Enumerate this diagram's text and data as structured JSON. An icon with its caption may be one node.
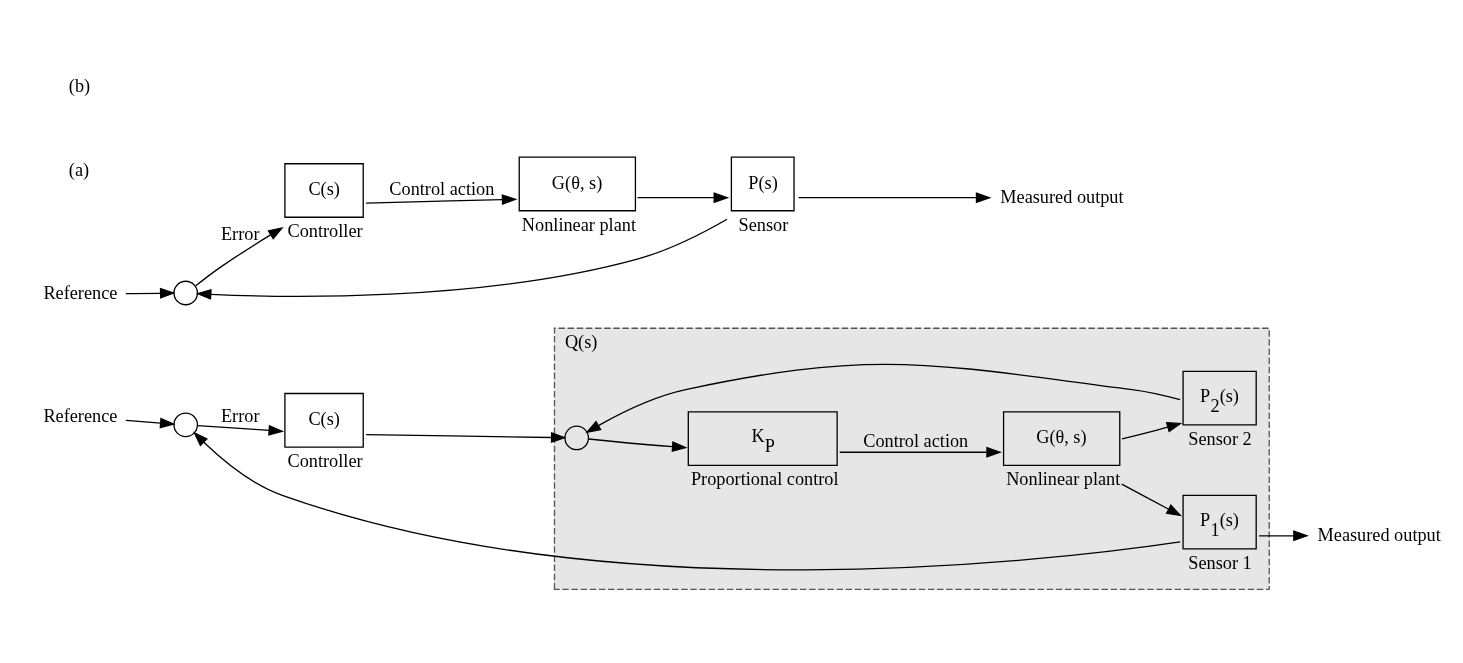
{
  "diagram": {
    "nodes": [
      {
        "text": [
          "Reference"
        ]
      },
      {
        "text": [],
        "shape": "circle"
      },
      {
        "text": [
          "C(s)"
        ],
        "beside": [
          "Controller"
        ]
      },
      {
        "text": [
          "G(θ, s)"
        ],
        "beside": [
          "Nonlinear plant"
        ]
      },
      {
        "text": [
          "P(s)"
        ],
        "beside": [
          "Sensor"
        ]
      },
      {
        "text": [
          "Measured output"
        ]
      },
      {
        "text": [
          "Reference"
        ]
      },
      {
        "text": [],
        "shape": "circle"
      },
      {
        "text": [
          "C(s)"
        ],
        "beside": [
          "Controller"
        ]
      },
      {
        "text": [
          "Q(s)"
        ]
      },
      {
        "text": [],
        "shape": "circle",
        "in": 9
      },
      {
        "text": [
          "K$_{P}$"
        ],
        "beside": [
          "Proportional control"
        ],
        "in": 9
      },
      {
        "text": [
          "G(θ, s)"
        ],
        "beside": [
          "Nonlinear plant"
        ],
        "in": 9
      },
      {
        "text": [
          "P$_{1}$(s)"
        ],
        "beside": [
          "Sensor 1"
        ],
        "in": 9
      },
      {
        "text": [
          "P$_{2}$(s)"
        ],
        "beside": [
          "Sensor 2"
        ],
        "in": 9
      },
      {
        "text": [
          "Measured output"
        ]
      }
    ],
    "edges": [
      {
        "from": 0,
        "to": 1,
        "arrow": "to"
      },
      {
        "from": 1,
        "to": 2,
        "arrow": "to",
        "label": "Error"
      },
      {
        "from": 2,
        "to": 3,
        "arrow": "to",
        "label": "Control action"
      },
      {
        "from": 3,
        "to": 4,
        "arrow": "to"
      },
      {
        "from": 4,
        "to": 5,
        "arrow": "to"
      },
      {
        "from": 4,
        "to": 1,
        "arrow": "to"
      },
      {
        "from": 6,
        "to": 7,
        "arrow": "to"
      },
      {
        "from": 7,
        "to": 8,
        "arrow": "to",
        "label": "Error"
      },
      {
        "from": 8,
        "to": 10,
        "arrow": "to"
      },
      {
        "from": 10,
        "to": 11,
        "arrow": "to"
      },
      {
        "from": 11,
        "to": 12,
        "arrow": "to",
        "label": "Control action"
      },
      {
        "from": 12,
        "to": 13,
        "arrow": "to"
      },
      {
        "from": 12,
        "to": 14,
        "arrow": "to"
      },
      {
        "from": 14,
        "to": 10,
        "arrow": "to"
      },
      {
        "from": 13,
        "to": 15,
        "arrow": "to"
      },
      {
        "from": 13,
        "to": 7,
        "arrow": "to"
      }
    ],
    "labels": [
      "(a)",
      "(b)"
    ]
  }
}
